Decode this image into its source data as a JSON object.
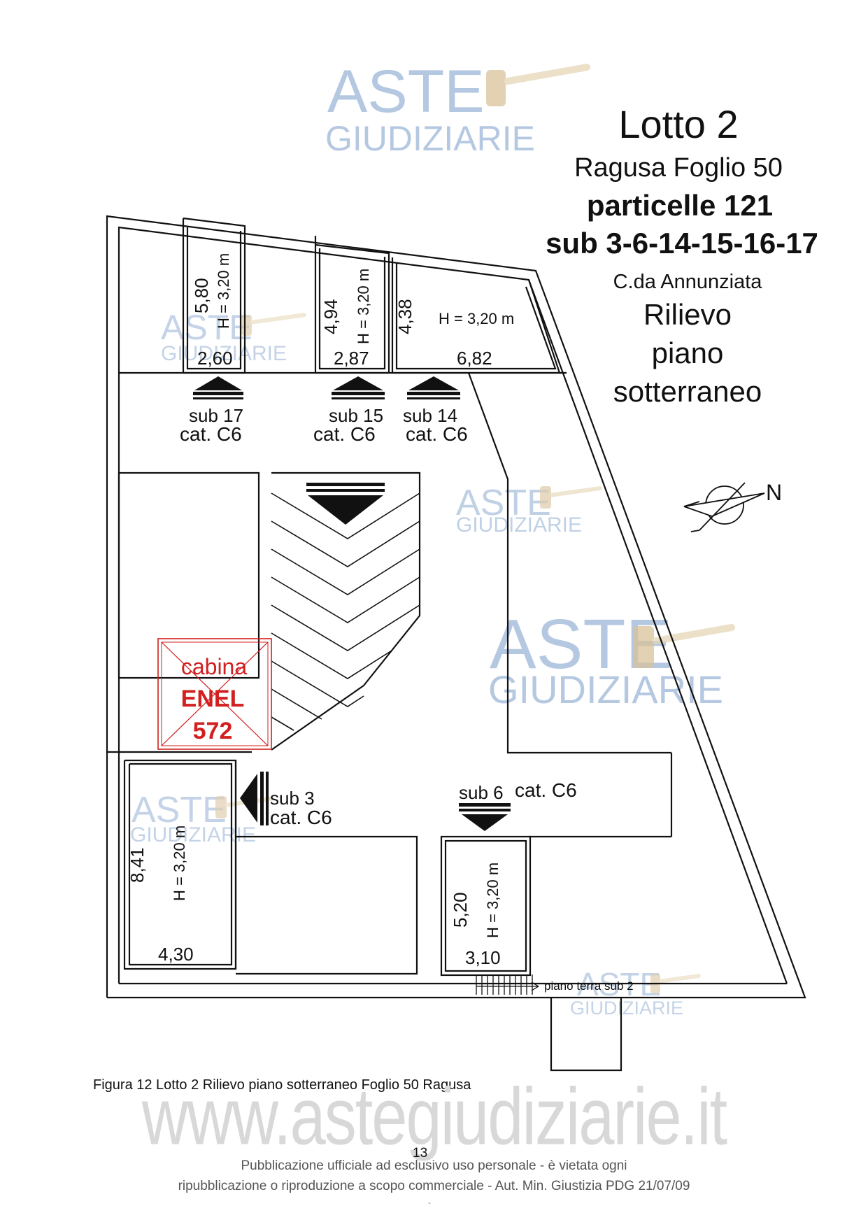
{
  "title_block": {
    "lotto": "Lotto 2",
    "foglio": "Ragusa Foglio 50",
    "particelle": "particelle 121",
    "sub_list": "sub 3-6-14-15-16-17",
    "contrada": "C.da Annunziata",
    "rilievo_1": "Rilievo",
    "rilievo_2": "piano",
    "rilievo_3": "sotterraneo"
  },
  "watermark": {
    "brand_line1": "ASTE",
    "brand_line2": "GIUDIZIARIE",
    "site": "www.astegiudiziarie.it"
  },
  "rooms": {
    "sub17": {
      "depth": "5,80",
      "height": "H = 3,20 m",
      "width": "2,60",
      "label": "sub 17",
      "cat": "cat. C6"
    },
    "sub15": {
      "depth": "4,94",
      "height": "H = 3,20 m",
      "width": "2,87",
      "label": "sub 15",
      "cat": "cat. C6"
    },
    "sub14": {
      "depth": "4,38",
      "height": "H = 3,20 m",
      "width": "6,82",
      "label": "sub 14",
      "cat": "cat. C6"
    },
    "sub3": {
      "depth": "8,41",
      "height": "H = 3,20 m",
      "width": "4,30",
      "label": "sub 3",
      "cat": "cat. C6"
    },
    "sub6": {
      "depth": "5,20",
      "height": "H = 3,20 m",
      "width": "3,10",
      "label": "sub 6",
      "cat": "cat. C6"
    }
  },
  "cabina": {
    "line1": "cabina",
    "line2": "ENEL",
    "line3": "572"
  },
  "north_label": "N",
  "stairs_label": "piano terra sub 2",
  "caption": "Figura 12 Lotto 2 Rilievo piano sotterraneo Foglio 50 Ragusa",
  "page_number": "13",
  "footer": {
    "line1": "Pubblicazione ufficiale ad esclusivo uso personale - è vietata ogni",
    "line2": "ripubblicazione o riproduzione a scopo commerciale - Aut. Min. Giustizia PDG 21/07/09",
    "dash": "-"
  },
  "colors": {
    "line": "#111111",
    "enel_red": "#d21f1f",
    "watermark_blue": "#a9bfdc"
  }
}
